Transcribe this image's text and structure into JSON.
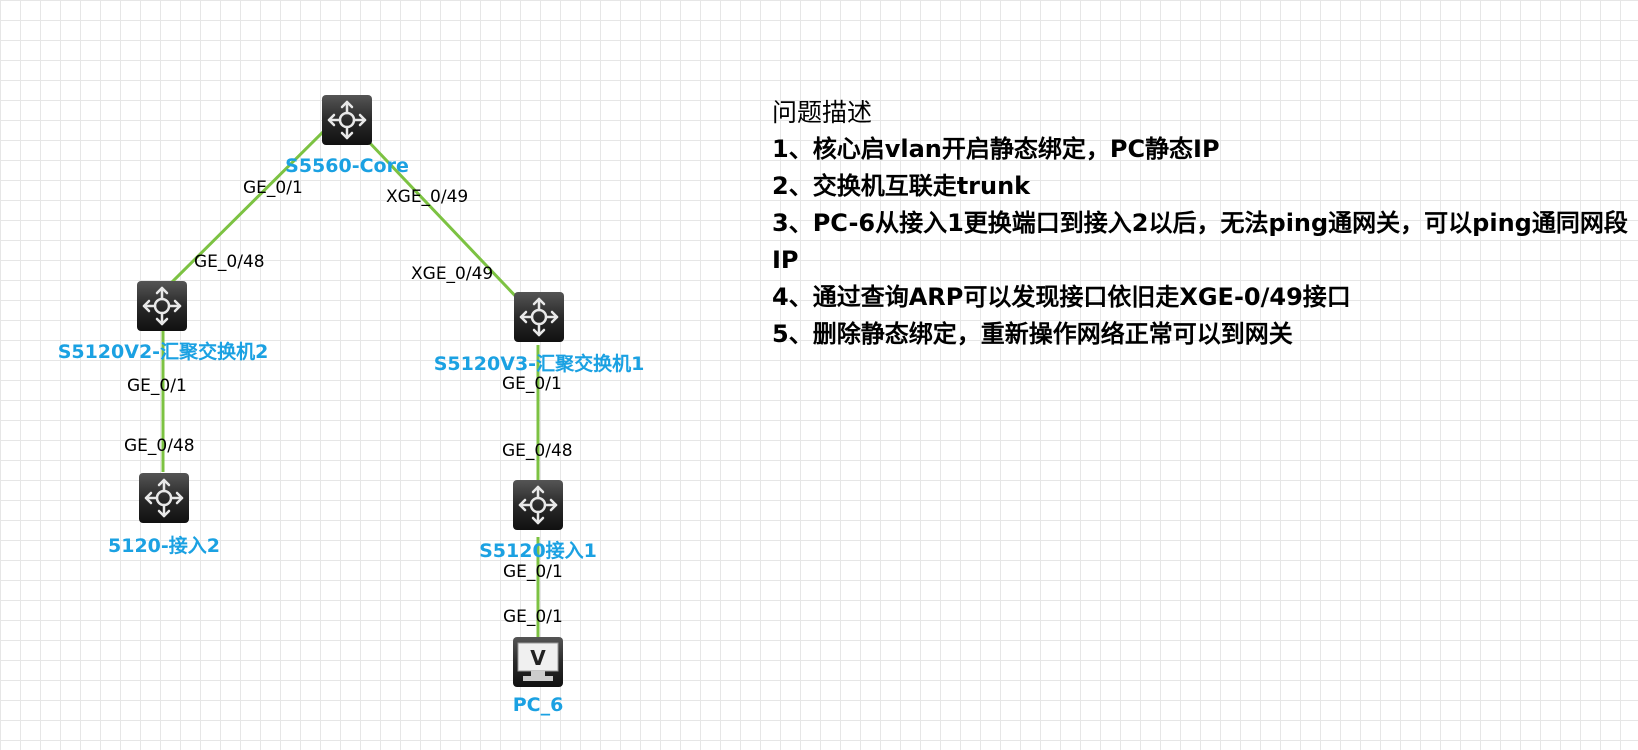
{
  "devices": {
    "core": {
      "name": "S5560-Core",
      "icon": "router-switch-icon"
    },
    "agg2": {
      "name": "S5120V2-汇聚交换机2",
      "icon": "router-switch-icon"
    },
    "agg1": {
      "name": "S5120V3-汇聚交换机1",
      "icon": "router-switch-icon"
    },
    "acc2": {
      "name": "5120-接入2",
      "icon": "router-switch-icon"
    },
    "acc1": {
      "name": "S5120接入1",
      "icon": "router-switch-icon"
    },
    "pc6": {
      "name": "PC_6",
      "icon": "pc-monitor-icon"
    }
  },
  "ports": {
    "core_to_agg2": "GE_0/1",
    "agg2_to_core": "GE_0/48",
    "core_to_agg1": "XGE_0/49",
    "agg1_to_core": "XGE_0/49",
    "agg2_to_acc2": "GE_0/1",
    "acc2_to_agg2": "GE_0/48",
    "agg1_to_acc1": "GE_0/1",
    "acc1_to_agg1": "GE_0/48",
    "acc1_to_pc6": "GE_0/1",
    "pc6_to_acc1": "GE_0/1"
  },
  "description": {
    "title": "问题描述",
    "items": [
      "1、核心启vlan开启静态绑定，PC静态IP",
      "2、交换机互联走trunk",
      "3、PC-6从接入1更换端口到接入2以后，无法ping通网关，可以ping通同网段IP",
      "4、通过查询ARP可以发现接口依旧走XGE-0/49接口",
      "5、删除静态绑定，重新操作网络正常可以到网关"
    ]
  },
  "colors": {
    "link": "#7cc242",
    "device_label": "#1ba1e2",
    "grid": "#e6e6e6",
    "icon_bg": "#2a2a2a"
  }
}
